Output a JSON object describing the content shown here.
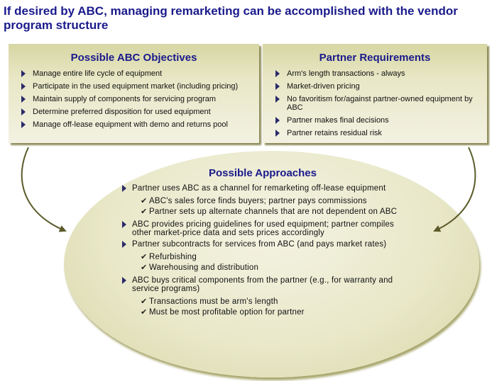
{
  "title": "If desired by ABC, managing remarketing can be accomplished with the vendor program structure",
  "objectives": {
    "heading": "Possible ABC Objectives",
    "items": [
      "Manage entire life cycle of equipment",
      "Participate in the used equipment market (including pricing)",
      "Maintain supply of components for servicing program",
      "Determine preferred disposition for used equipment",
      "Manage off-lease equipment with demo and returns pool"
    ]
  },
  "requirements": {
    "heading": "Partner Requirements",
    "items": [
      "Arm's length transactions - always",
      "Market-driven pricing",
      "No favoritism for/against partner-owned equipment by ABC",
      "Partner makes final decisions",
      "Partner retains residual risk"
    ]
  },
  "approaches": {
    "heading": "Possible Approaches",
    "items": [
      {
        "text": "Partner uses ABC as a channel for remarketing off-lease equipment",
        "subs": [
          "ABC's sales force finds buyers; partner pays commissions",
          "Partner sets up alternate channels that are not dependent on ABC"
        ]
      },
      {
        "text": "ABC provides pricing guidelines for used equipment; partner compiles other market-price data and sets prices accordingly",
        "subs": []
      },
      {
        "text": "Partner subcontracts for services from ABC (and pays market rates)",
        "subs": [
          "Refurbishing",
          "Warehousing and distribution"
        ]
      },
      {
        "text": "ABC buys critical components from the partner (e.g., for warranty and service programs)",
        "subs": [
          "Transactions must be arm's length",
          "Must be most profitable option for partner"
        ]
      }
    ]
  },
  "colors": {
    "title": "#1a1a8c",
    "panel": "#e8e7c6",
    "arrow": "#5a5a2a"
  }
}
